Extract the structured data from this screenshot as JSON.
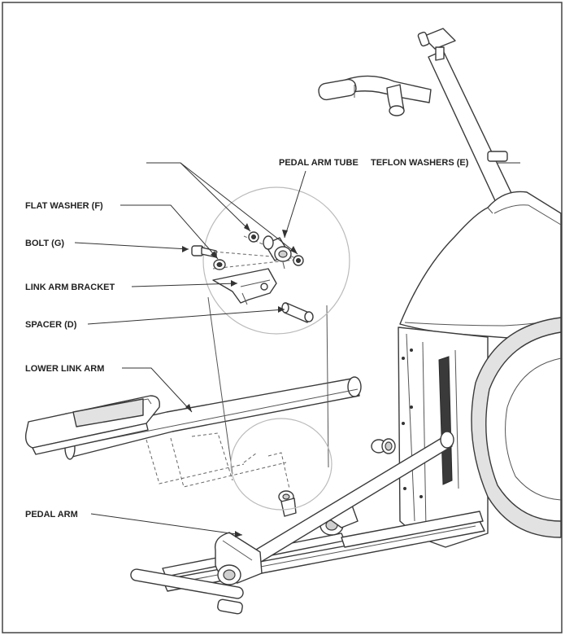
{
  "labels": {
    "pedal_arm_tube": "PEDAL ARM TUBE",
    "teflon_washers": "TEFLON WASHERS (E)",
    "flat_washer": "FLAT WASHER (F)",
    "bolt": "BOLT (G)",
    "link_arm_bracket": "LINK ARM BRACKET",
    "spacer": "SPACER (D)",
    "lower_link_arm": "LOWER LINK ARM",
    "pedal_arm": "PEDAL ARM"
  }
}
